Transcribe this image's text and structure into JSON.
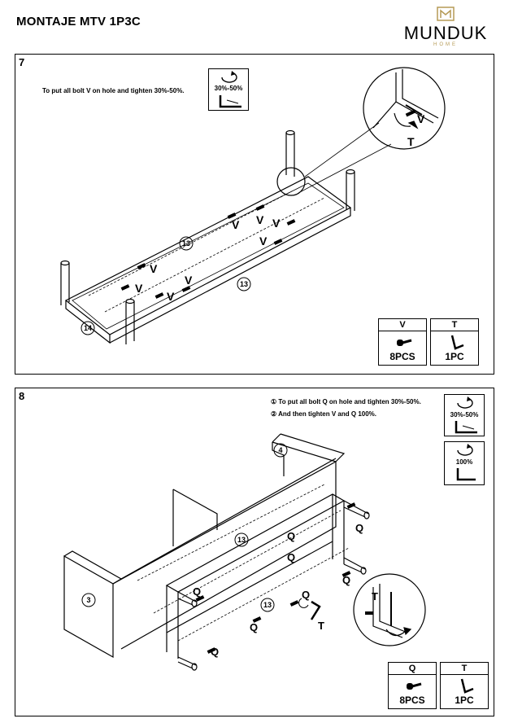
{
  "header": {
    "title": "MONTAJE MTV 1P3C",
    "logo_text": "MUNDUK",
    "logo_sub": "HOME",
    "logo_color": "#b59a55"
  },
  "step7": {
    "number": "7",
    "instruction": "To put all bolt V on hole and tighten 30%-50%.",
    "torque_label": "30%-50%",
    "bolt_letter": "V",
    "tool_letter": "T",
    "part_13": "13",
    "part_14": "14",
    "parts_table": [
      {
        "letter": "V",
        "qty": "8PCS",
        "icon": "bolt-icon"
      },
      {
        "letter": "T",
        "qty": "1PC",
        "icon": "allen-key-icon"
      }
    ]
  },
  "step8": {
    "number": "8",
    "instruction_1": "① To put all bolt Q on hole and tighten 30%-50%.",
    "instruction_2": "② And then tighten V and Q 100%.",
    "torque_label_1": "30%-50%",
    "torque_label_2": "100%",
    "bolt_letter": "Q",
    "tool_letter": "T",
    "part_3": "3",
    "part_4": "4",
    "part_13": "13",
    "parts_table": [
      {
        "letter": "Q",
        "qty": "8PCS",
        "icon": "bolt-icon"
      },
      {
        "letter": "T",
        "qty": "1PC",
        "icon": "allen-key-icon"
      }
    ]
  }
}
